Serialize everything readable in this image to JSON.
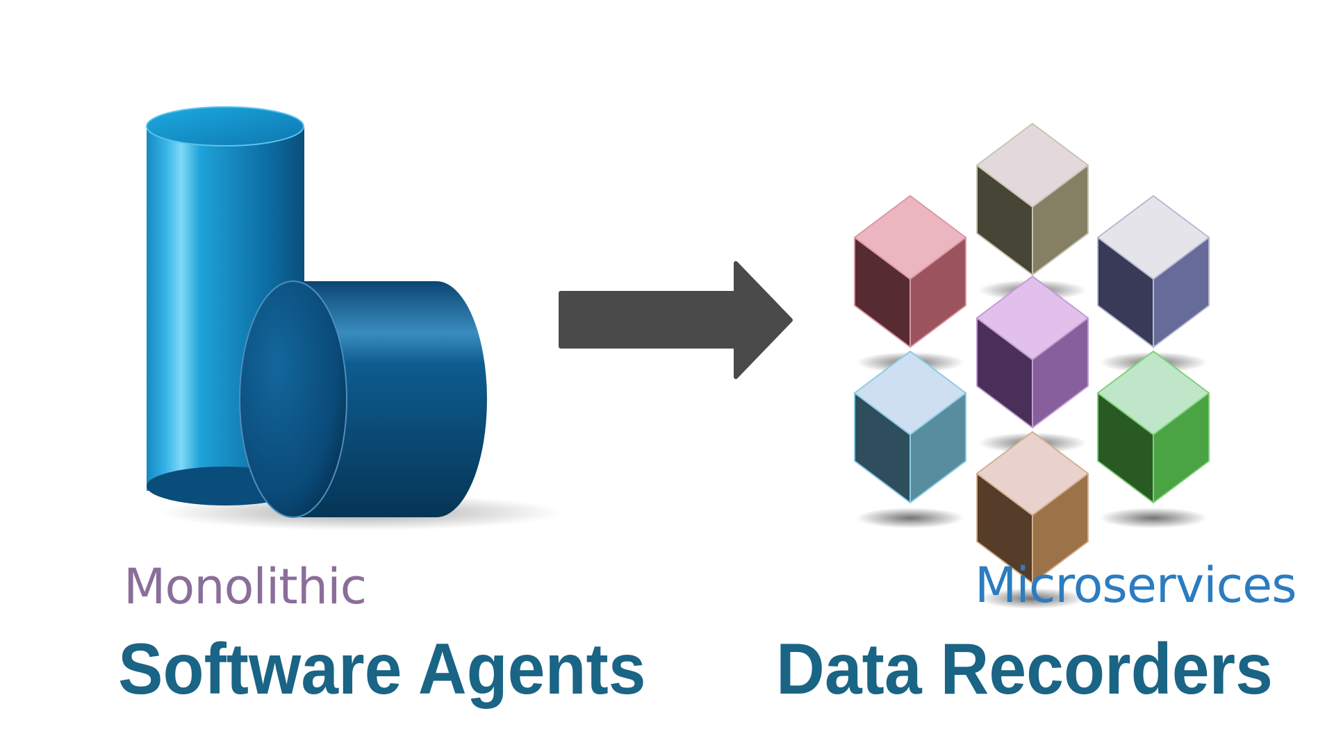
{
  "left": {
    "subtitle": "Monolithic",
    "title": "Software Agents",
    "subtitle_color": "#8a6e9a",
    "title_color": "#1a6485",
    "cylinder_colors": {
      "light": "#6fd3f5",
      "mid": "#1b9fd3",
      "dark": "#0b4f78",
      "face": "#0a3c62"
    }
  },
  "right": {
    "subtitle": "Microservices",
    "title": "Data Recorders",
    "subtitle_color": "#2b7cc0",
    "title_color": "#1a6485"
  },
  "arrow": {
    "color": "#4a4a4a",
    "icon": "arrow-right-icon"
  },
  "cubes": [
    {
      "name": "cube-gray",
      "top": "#e3d9dc",
      "left": "#474636",
      "right": "#857f64",
      "edge": "#c8c4b0"
    },
    {
      "name": "cube-rose",
      "top": "#ecb6c1",
      "left": "#562b32",
      "right": "#9b535d",
      "edge": "#d898a4"
    },
    {
      "name": "cube-white",
      "top": "#e4e4ea",
      "left": "#383a58",
      "right": "#666b99",
      "edge": "#b7b9d2"
    },
    {
      "name": "cube-purple",
      "top": "#e1c0eb",
      "left": "#4a3059",
      "right": "#875f9c",
      "edge": "#c29bd2"
    },
    {
      "name": "cube-blue",
      "top": "#cddff0",
      "left": "#2f4e5d",
      "right": "#578d9f",
      "edge": "#8ccbe3"
    },
    {
      "name": "cube-green",
      "top": "#bfe6c9",
      "left": "#2a5a24",
      "right": "#4aa443",
      "edge": "#7ed07a"
    },
    {
      "name": "cube-brown",
      "top": "#e9d2cd",
      "left": "#563d2a",
      "right": "#9c7248",
      "edge": "#d2b08e"
    }
  ]
}
